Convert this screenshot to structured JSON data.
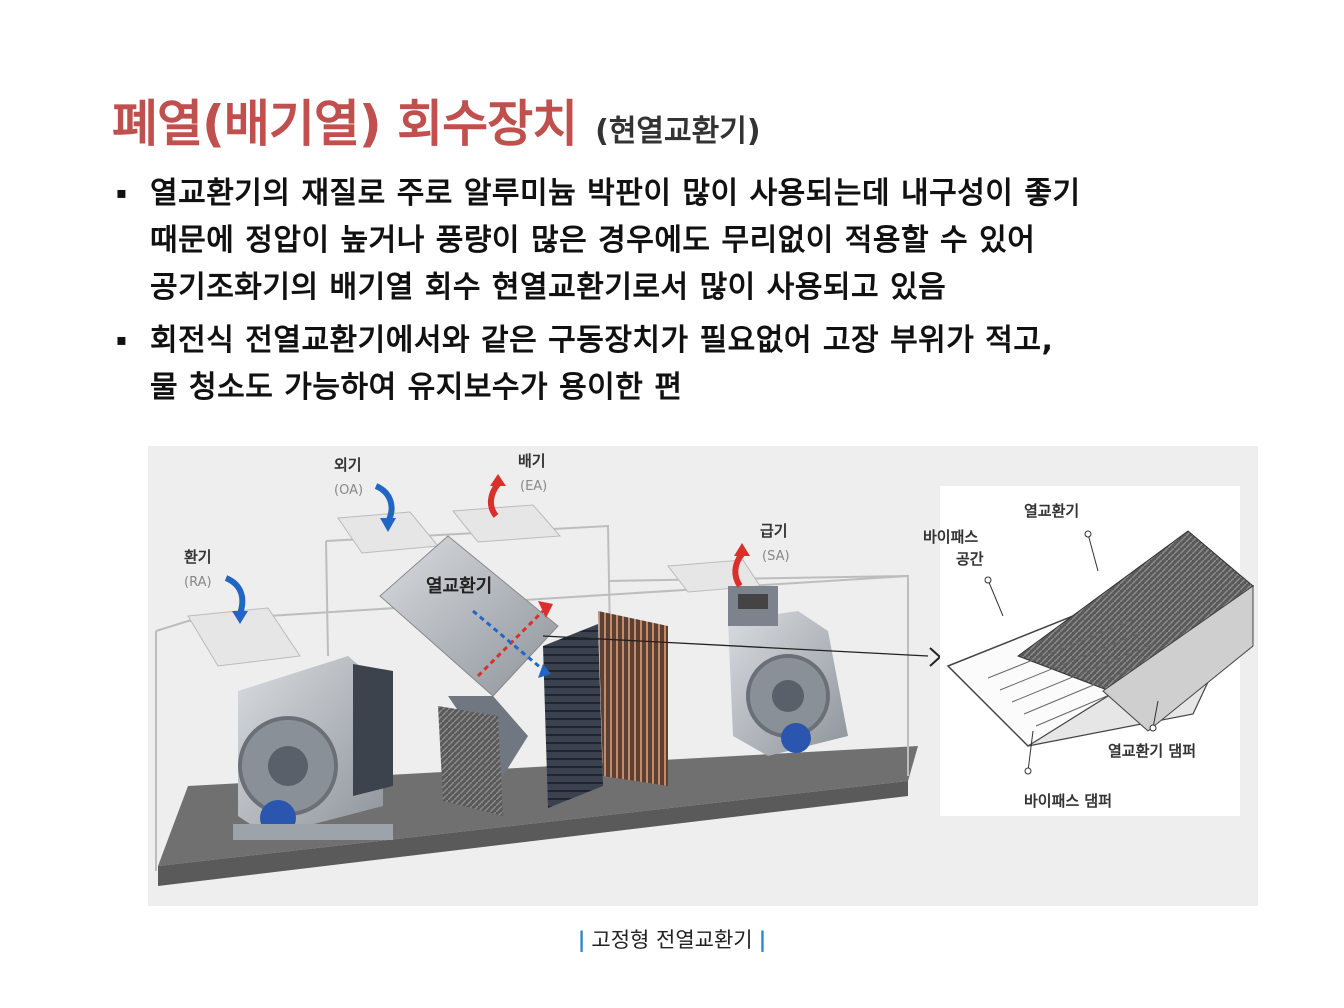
{
  "title": "폐열(배기열) 회수장치",
  "subtitle": "(현열교환기)",
  "bullets": [
    {
      "marker": "▪",
      "lines": [
        "열교환기의 재질로 주로 알루미늄 박판이 많이 사용되는데 내구성이 좋기",
        "때문에 정압이 높거나 풍량이 많은 경우에도 무리없이 적용할 수 있어",
        "공기조화기의 배기열 회수 현열교환기로서 많이 사용되고 있음"
      ]
    },
    {
      "marker": "▪",
      "lines": [
        "회전식 전열교환기에서와 같은 구동장치가 필요없어 고장 부위가 적고,",
        "물 청소도 가능하여 유지보수가 용이한 편"
      ]
    }
  ],
  "figure": {
    "labels": {
      "oa": "외기",
      "oa_sub": "(OA)",
      "ea": "배기",
      "ea_sub": "(EA)",
      "ra": "환기",
      "ra_sub": "(RA)",
      "sa": "급기",
      "sa_sub": "(SA)",
      "hx_center": "열교환기",
      "hx_detail": "열교환기",
      "bypass_space_1": "바이패스",
      "bypass_space_2": "공간",
      "hx_damper": "열교환기 댐퍼",
      "bypass_damper": "바이패스 댐퍼"
    },
    "colors": {
      "exhaust_arrow": "#d9302b",
      "intake_arrow": "#2266c4",
      "title_red": "#c0504d"
    }
  },
  "caption": {
    "left_bar": "|",
    "text": "고정형 전열교환기",
    "right_bar": "|"
  }
}
